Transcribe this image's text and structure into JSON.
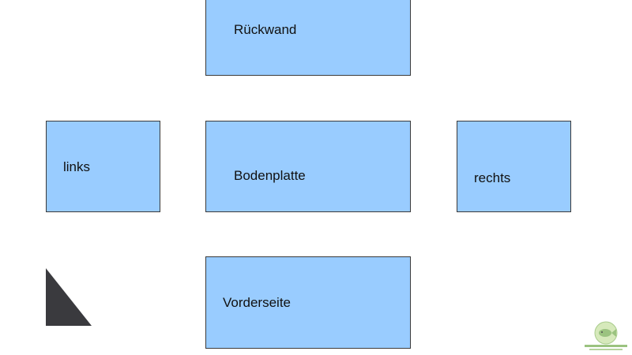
{
  "panels": {
    "back": {
      "label": "Rückwand"
    },
    "left": {
      "label": "links"
    },
    "bottom": {
      "label": "Bodenplatte"
    },
    "right": {
      "label": "rechts"
    },
    "front": {
      "label": "Vorderseite"
    }
  },
  "colors": {
    "panel_fill": "#99ccff",
    "panel_border": "#3a3a3a",
    "triangle_fill": "#3a3a3e"
  },
  "watermark": {
    "icon": "fish-logo-icon"
  }
}
